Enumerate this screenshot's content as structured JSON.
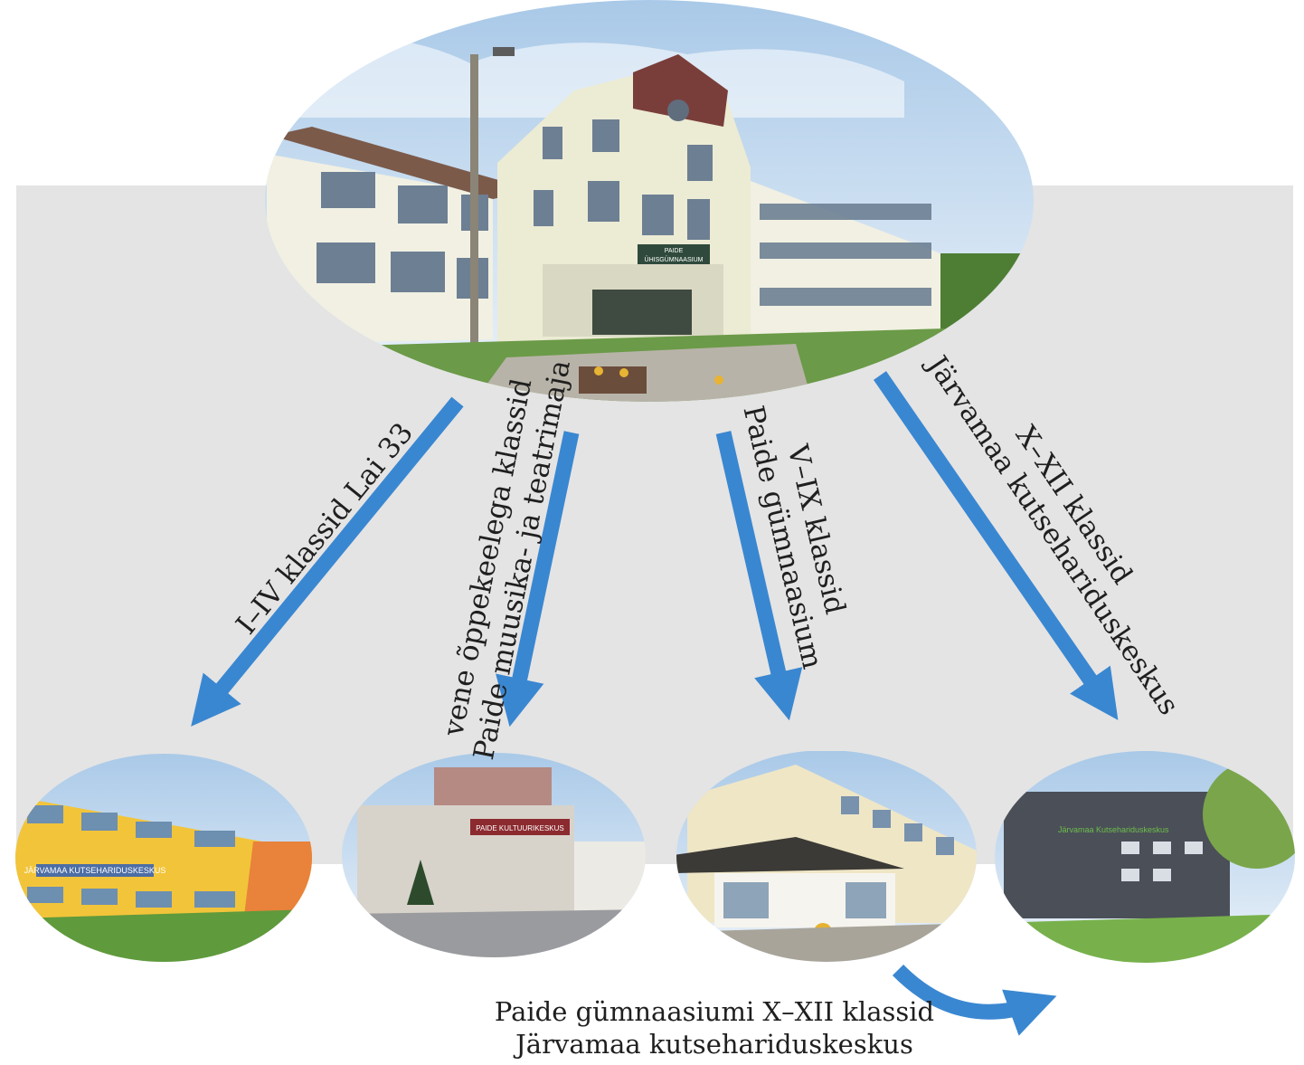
{
  "main_school": {
    "sign_line1": "PAIDE",
    "sign_line2": "ÜHISGÜMNAASIUM"
  },
  "branches": [
    {
      "id": "lai33",
      "lines": [
        "I–IV klassid Lai 33"
      ],
      "photo_sign": "JÄRVAMAA KUTSEHARIDUSKESKUS"
    },
    {
      "id": "teatrimaja",
      "lines": [
        "vene õppekeelega klassid",
        "Paide muusika- ja teatrimaja"
      ],
      "photo_sign": "PAIDE KULTUURIKESKUS"
    },
    {
      "id": "gymnaasium",
      "lines": [
        "V–IX klassid",
        "Paide gümnaasium"
      ],
      "photo_sign": ""
    },
    {
      "id": "kutsekeskus",
      "lines": [
        "X–XII klassid",
        "Järvamaa kutsehariduskeskus"
      ],
      "photo_sign": "Järvamaa Kutsehariduskeskus"
    }
  ],
  "bottom_caption": {
    "line1": "Paide gümnaasiumi X–XII klassid",
    "line2": "Järvamaa kutsehariduskeskus"
  },
  "colors": {
    "arrow": "#3a87d1",
    "panel": "#e4e4e4",
    "sky": "#cfe2f3",
    "grass": "#5f9a3c"
  }
}
